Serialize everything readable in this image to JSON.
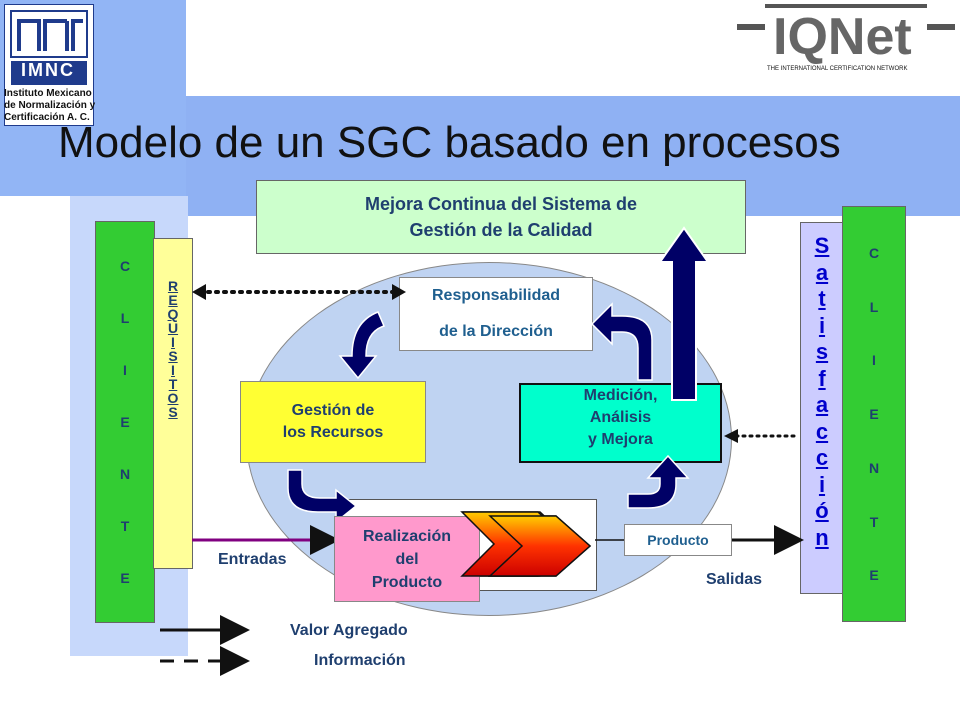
{
  "logo_left": {
    "name": "IMNC",
    "lines": [
      "Instituto Mexicano",
      "de Normalización y",
      "Certificación A. C."
    ]
  },
  "logo_right": {
    "name": "IQNet",
    "tagline": "THE INTERNATIONAL CERTIFICATION NETWORK"
  },
  "title": "Modelo de un SGC basado en procesos",
  "mejora": {
    "line1": "Mejora Continua del Sistema de",
    "line2": "Gestión de la Calidad"
  },
  "responsabilidad": {
    "line1": "Responsabilidad",
    "line2": "de la Dirección"
  },
  "gestion_recursos": {
    "line1": "Gestión de",
    "line2": "los Recursos"
  },
  "medicion": {
    "line1": "Medición,",
    "line2": "Análisis",
    "line3": "y Mejora"
  },
  "realizacion": {
    "line1": "Realización",
    "line2": "del",
    "line3": "Producto"
  },
  "producto": "Producto",
  "clientes_left": [
    "C",
    "L",
    "I",
    "E",
    "N",
    "T",
    "E"
  ],
  "requisitos": [
    "R",
    "E",
    "Q",
    "U",
    "I",
    "S",
    "I",
    "T",
    "O",
    "S"
  ],
  "satisfaccion": [
    "S",
    "a",
    "t",
    "i",
    "s",
    "f",
    "a",
    "c",
    "c",
    "i",
    "ó",
    "n"
  ],
  "clientes_right": [
    "C",
    "L",
    "I",
    "E",
    "N",
    "T",
    "E"
  ],
  "entradas": "Entradas",
  "salidas": "Salidas",
  "legend": {
    "valor": "Valor Agregado",
    "informacion": "Información"
  },
  "colors": {
    "background_blue": "#8FB1F3",
    "mejora": "#CCFFCC",
    "gestion": "#FFFF33",
    "medicion": "#00FFCC",
    "realizacion": "#FF99CC",
    "clientes": "#33CC33",
    "requisitos": "#FFFF99",
    "satisfaccion": "#CCCCFF",
    "ellipse": "#BFD3F2",
    "arrows": "#000066"
  }
}
